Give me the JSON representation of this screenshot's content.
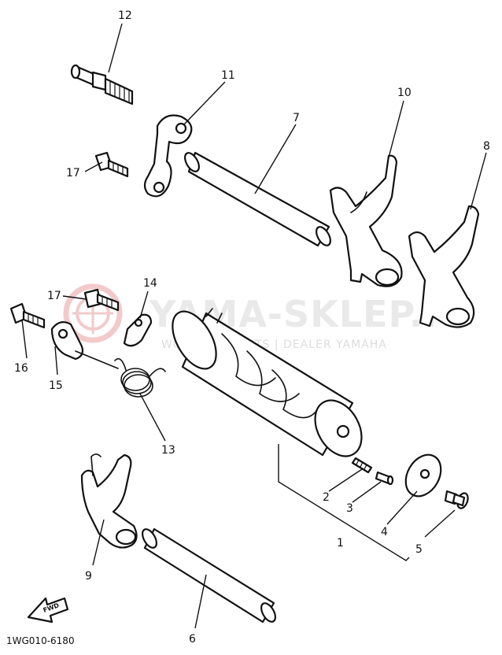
{
  "diagram": {
    "part_code": "1WG010-6180",
    "forward_label": "FWD",
    "watermark": {
      "title": "YAMA-SKLEP.P",
      "subtitle": "WORLD OF PARTS | DEALER YAMAHA"
    },
    "callouts": [
      "1",
      "2",
      "3",
      "4",
      "5",
      "6",
      "7",
      "8",
      "9",
      "10",
      "11",
      "12",
      "13",
      "14",
      "15",
      "16",
      "17",
      "17"
    ]
  },
  "colors": {
    "ink": "#111111",
    "watermark_red": "#e8a0a0",
    "watermark_gray": "#d8d8d8"
  }
}
